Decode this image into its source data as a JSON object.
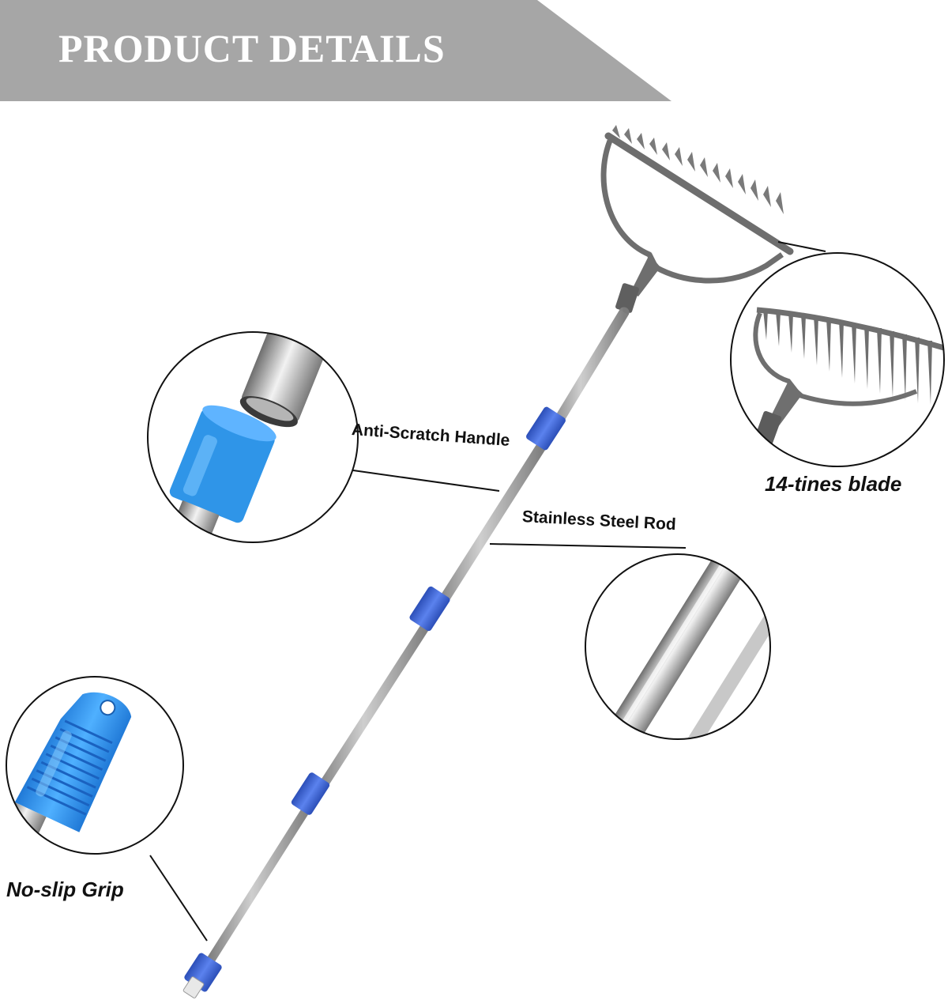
{
  "banner": {
    "title": "PRODUCT DETAILS",
    "color": "#a6a6a6"
  },
  "labels": {
    "anti_scratch": "Anti-Scratch Handle",
    "steel_rod": "Stainless Steel Rod",
    "tines_blade": "14-tines blade",
    "grip": "No-slip Grip"
  },
  "colors": {
    "accent_blue": "#3a5fd0",
    "grip_blue": "#2a8de6",
    "steel": "#b8b8b8",
    "rake_gray": "#707070"
  },
  "icons": [
    "rake-head-icon",
    "telescopic-pole-icon",
    "blue-collar-icon",
    "grip-handle-icon"
  ]
}
